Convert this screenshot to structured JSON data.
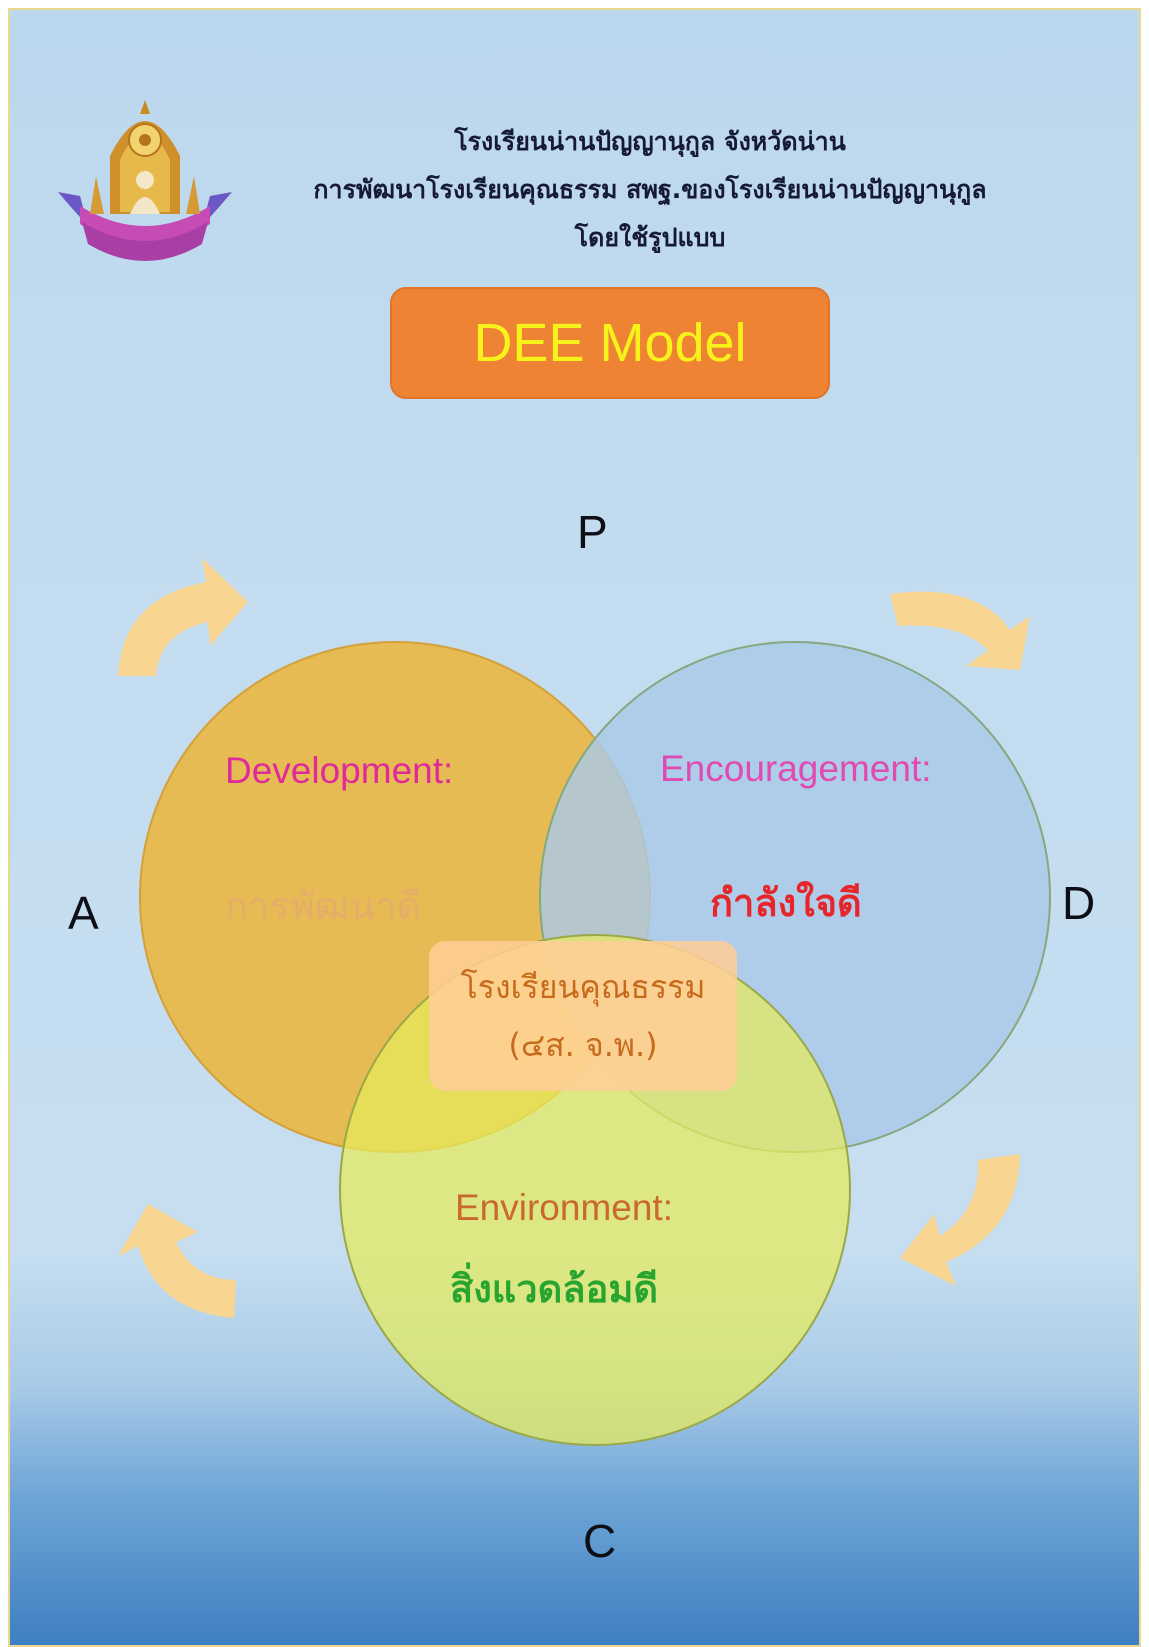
{
  "header": {
    "line1": "โรงเรียนน่านปัญญานุกูล จังหวัดน่าน",
    "line2": "การพัฒนาโรงเรียนคุณธรรม สพฐ.ของโรงเรียนน่านปัญญานุกูล",
    "line3": "โดยใช้รูปแบบ"
  },
  "model_title": "DEE Model",
  "cycle": {
    "top": "P",
    "right": "D",
    "bottom": "C",
    "left": "A"
  },
  "circles": {
    "development": {
      "title": "Development:",
      "subtitle": "การพัฒนาดี"
    },
    "encouragement": {
      "title": "Encouragement:",
      "subtitle": "กำลังใจดี"
    },
    "environment": {
      "title": "Environment:",
      "subtitle": "สิ่งแวดล้อมดี"
    }
  },
  "center": {
    "line1": "โรงเรียนคุณธรรม",
    "line2": "(๔ส. จ.พ.)"
  },
  "colors": {
    "development_fill": "#e8b84a",
    "encouragement_fill": "#a9c9e8",
    "environment_fill": "#e6ec5a",
    "overlap_dev_env": "#f4e12a",
    "orange_box": "#ee8433",
    "model_title_text": "#f6f21a",
    "arrow": "#f9d592",
    "title_magenta": "#e02a9c",
    "subtitle_red": "#e6262a",
    "subtitle_green": "#27a52f",
    "title_orange": "#c9692c"
  },
  "icons": {
    "logo": "school-emblem-icon",
    "arrow": "curved-arrow-icon"
  }
}
